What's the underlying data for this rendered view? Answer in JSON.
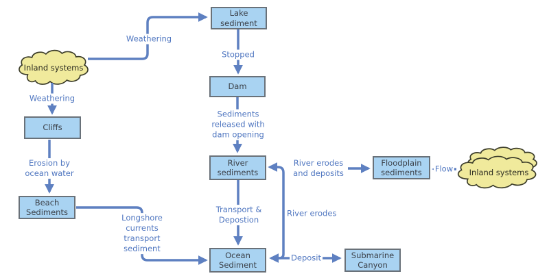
{
  "diagram": {
    "nodes": {
      "lake_sediment": {
        "label": "Lake sediment"
      },
      "dam": {
        "label": "Dam"
      },
      "river_sediments": {
        "label": "River\nsediments"
      },
      "ocean_sediment": {
        "label": "Ocean\nSediment"
      },
      "cliffs": {
        "label": "Cliffs"
      },
      "beach_sediments": {
        "label": "Beach\nSediments"
      },
      "floodplain_sediments": {
        "label": "Floodplain\nsediments"
      },
      "submarine_canyon": {
        "label": "Submarine\nCanyon"
      },
      "inland_systems_left": {
        "label": "Inland systems"
      },
      "inland_systems_right": {
        "label": "Inland systems"
      }
    },
    "edge_labels": {
      "weathering_top": "Weathering",
      "weathering_left": "Weathering",
      "stopped": "Stopped",
      "sediments_released": "Sediments\nreleased with\ndam opening",
      "erosion_by_ocean_water": "Erosion by\nocean water",
      "longshore_currents": "Longshore\ncurrents\ntransport\nsediment",
      "transport_depostion": "Transport &\nDepostion",
      "river_erodes_and_deposits": "River erodes\nand deposits",
      "river_erodes": "River erodes",
      "flow": "Flow",
      "deposit": "Deposit"
    },
    "colors": {
      "box_fill": "#a9d3f2",
      "box_border": "#697179",
      "box_text": "#3b4048",
      "arrow": "#5e80c1",
      "label_text": "#4f76c0",
      "cloud_fill": "#f0ea9c",
      "cloud_border": "#3c3d2a"
    }
  }
}
